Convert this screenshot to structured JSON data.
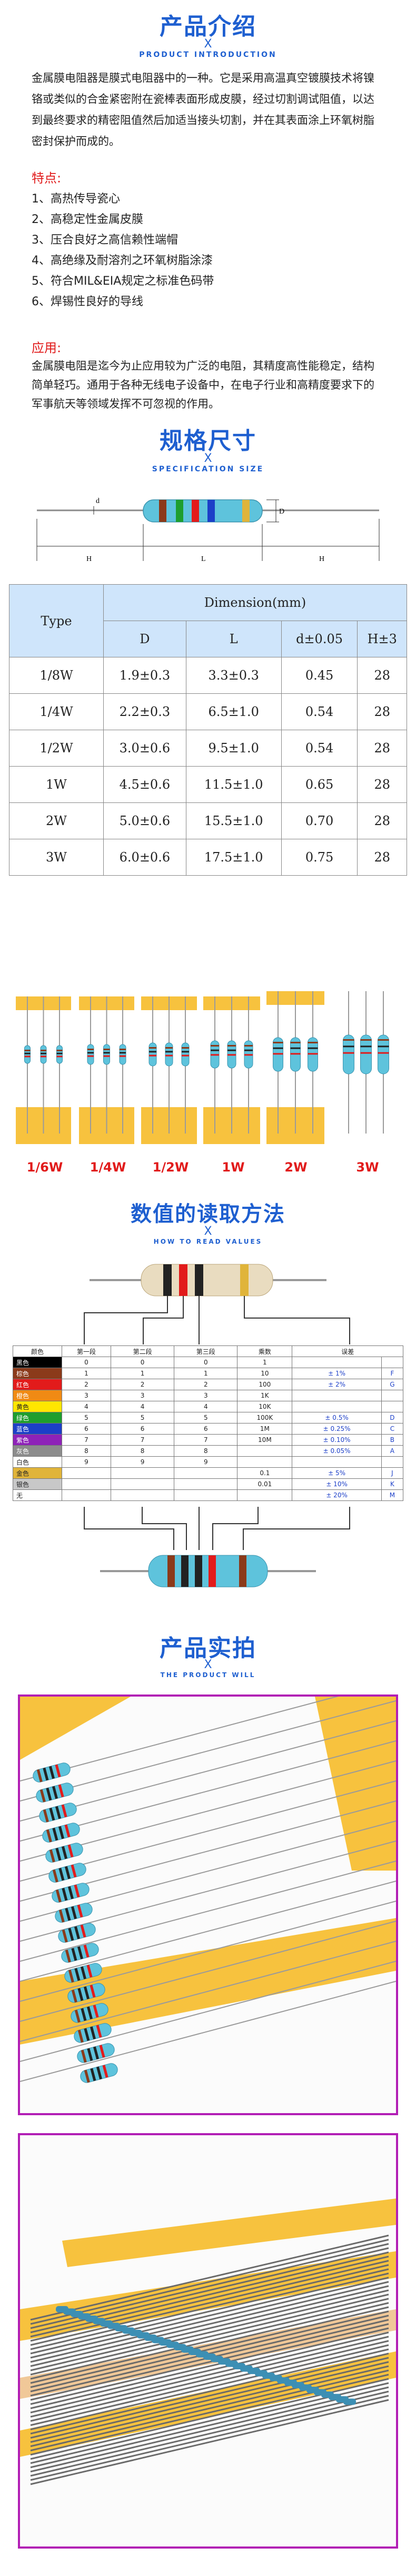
{
  "intro": {
    "title": "产品介绍",
    "x": "X",
    "subtitle": "PRODUCT INTRODUCTION",
    "paragraph": "金属膜电阻器是膜式电阻器中的一种。它是采用高温真空镀膜技术将镍铬或类似的合金紧密附在瓷棒表面形成皮膜，经过切割调试阻值，以达到最终要求的精密阻值然后加适当接头切割，并在其表面涂上环氧树脂密封保护而成的。",
    "features_heading": "特点:",
    "features": [
      "1、高热传导瓷心",
      "2、高稳定性金属皮膜",
      "3、压合良好之高信赖性端帽",
      "4、高绝缘及耐溶剂之环氧树脂涂漆",
      "5、符合MIL&EIA规定之标准色码带",
      "6、焊锡性良好的导线"
    ],
    "application_heading": "应用:",
    "application": "金属膜电阻是迄今为止应用较为广泛的电阻，其精度高性能稳定，结构简单轻巧。通用于各种无线电子设备中，在电子行业和高精度要求下的军事航天等领域发挥不可忽视的作用。"
  },
  "spec": {
    "title": "规格尺寸",
    "x": "X",
    "subtitle": "SPECIFICATION SIZE",
    "diagram_labels": {
      "d": "d",
      "D": "D",
      "H1": "H",
      "L": "L",
      "H2": "H"
    },
    "table": {
      "col_type": "Type",
      "col_group": "Dimension(mm)",
      "cols": [
        "D",
        "L",
        "d±0.05",
        "H±3"
      ],
      "rows": [
        [
          "1/8W",
          "1.9±0.3",
          "3.3±0.3",
          "0.45",
          "28"
        ],
        [
          "1/4W",
          "2.2±0.3",
          "6.5±1.0",
          "0.54",
          "28"
        ],
        [
          "1/2W",
          "3.0±0.6",
          "9.5±1.0",
          "0.54",
          "28"
        ],
        [
          "1W",
          "4.5±0.6",
          "11.5±1.0",
          "0.65",
          "28"
        ],
        [
          "2W",
          "5.0±0.6",
          "15.5±1.0",
          "0.70",
          "28"
        ],
        [
          "3W",
          "6.0±0.6",
          "17.5±1.0",
          "0.75",
          "28"
        ]
      ]
    }
  },
  "products": {
    "labels": [
      "1/6W",
      "1/4W",
      "1/2W",
      "1W",
      "2W",
      "3W"
    ]
  },
  "reading": {
    "title": "数值的读取方法",
    "x": "X",
    "subtitle": "HOW TO READ VALUES",
    "headers": [
      "颜色",
      "第一段",
      "第二段",
      "第三段",
      "乘数",
      "误差"
    ],
    "rows": [
      {
        "name": "黑色",
        "color": "#000000",
        "text": "#ffffff",
        "a": "0",
        "b": "0",
        "c": "0",
        "m": "1",
        "e": "",
        "ec": ""
      },
      {
        "name": "棕色",
        "color": "#8b3a1a",
        "text": "#ffffff",
        "a": "1",
        "b": "1",
        "c": "1",
        "m": "10",
        "e": "± 1%",
        "ec": "F"
      },
      {
        "name": "红色",
        "color": "#e21b1b",
        "text": "#ffffff",
        "a": "2",
        "b": "2",
        "c": "2",
        "m": "100",
        "e": "± 2%",
        "ec": "G"
      },
      {
        "name": "橙色",
        "color": "#f08a14",
        "text": "#ffffff",
        "a": "3",
        "b": "3",
        "c": "3",
        "m": "1K",
        "e": "",
        "ec": ""
      },
      {
        "name": "黄色",
        "color": "#ffe600",
        "text": "#222222",
        "a": "4",
        "b": "4",
        "c": "4",
        "m": "10K",
        "e": "",
        "ec": ""
      },
      {
        "name": "绿色",
        "color": "#1e9e2e",
        "text": "#ffffff",
        "a": "5",
        "b": "5",
        "c": "5",
        "m": "100K",
        "e": "± 0.5%",
        "ec": "D"
      },
      {
        "name": "蓝色",
        "color": "#1c3fc8",
        "text": "#ffffff",
        "a": "6",
        "b": "6",
        "c": "6",
        "m": "1M",
        "e": "± 0.25%",
        "ec": "C"
      },
      {
        "name": "紫色",
        "color": "#8e22b8",
        "text": "#ffffff",
        "a": "7",
        "b": "7",
        "c": "7",
        "m": "10M",
        "e": "± 0.10%",
        "ec": "B"
      },
      {
        "name": "灰色",
        "color": "#8c8c8c",
        "text": "#ffffff",
        "a": "8",
        "b": "8",
        "c": "8",
        "m": "",
        "e": "± 0.05%",
        "ec": "A"
      },
      {
        "name": "白色",
        "color": "#ffffff",
        "text": "#222222",
        "a": "9",
        "b": "9",
        "c": "9",
        "m": "",
        "e": "",
        "ec": ""
      },
      {
        "name": "金色",
        "color": "#e0b43a",
        "text": "#222222",
        "a": "",
        "b": "",
        "c": "",
        "m": "0.1",
        "e": "± 5%",
        "ec": "J"
      },
      {
        "name": "银色",
        "color": "#c8c8c8",
        "text": "#222222",
        "a": "",
        "b": "",
        "c": "",
        "m": "0.01",
        "e": "± 10%",
        "ec": "K"
      },
      {
        "name": "无",
        "color": "#ffffff",
        "text": "#222222",
        "a": "",
        "b": "",
        "c": "",
        "m": "",
        "e": "± 20%",
        "ec": "M"
      }
    ]
  },
  "photos": {
    "title": "产品实拍",
    "x": "X",
    "subtitle": "THE PRODUCT WILL"
  },
  "colors": {
    "accent_blue": "#1e5fd0",
    "highlight_red": "#e11b1b",
    "tape_yellow": "#f7c23e",
    "resistor_body": "#5ec3dc",
    "photo_frame": "#b21eb5",
    "table_header": "#cfe5fb"
  }
}
